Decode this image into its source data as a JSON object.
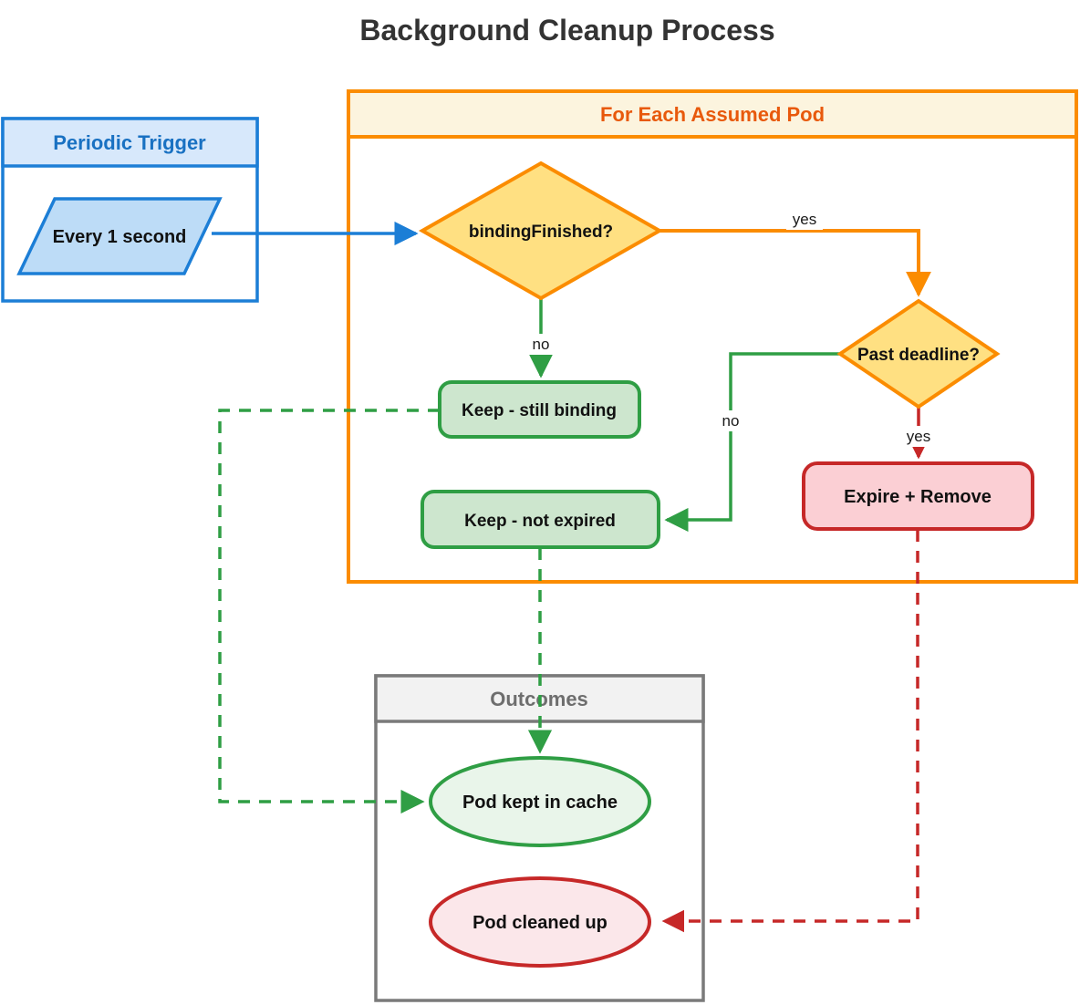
{
  "title": "Background Cleanup Process",
  "containers": {
    "periodic_trigger": {
      "title": "Periodic Trigger"
    },
    "for_each_pod": {
      "title": "For Each Assumed Pod"
    },
    "outcomes": {
      "title": "Outcomes"
    }
  },
  "nodes": {
    "every_second": {
      "label": "Every 1 second",
      "shape": "parallelogram"
    },
    "binding_finished": {
      "label": "bindingFinished?",
      "shape": "diamond"
    },
    "past_deadline": {
      "label": "Past deadline?",
      "shape": "diamond"
    },
    "keep_still_binding": {
      "label": "Keep - still binding",
      "shape": "rounded-rect"
    },
    "keep_not_expired": {
      "label": "Keep - not expired",
      "shape": "rounded-rect"
    },
    "expire_remove": {
      "label": "Expire + Remove",
      "shape": "rounded-rect"
    },
    "pod_kept": {
      "label": "Pod kept in cache",
      "shape": "ellipse"
    },
    "pod_cleaned": {
      "label": "Pod cleaned up",
      "shape": "ellipse"
    }
  },
  "edge_labels": {
    "binding_yes": "yes",
    "binding_no": "no",
    "deadline_no": "no",
    "deadline_yes": "yes"
  },
  "colors": {
    "blue_stroke": "#1C7ED6",
    "blue_fill": "#BDDCF7",
    "blue_header": "#D7E8FB",
    "blue_text": "#1971C2",
    "orange_stroke": "#FB8C00",
    "orange_header": "#FCF4DE",
    "orange_text": "#E8590C",
    "diamond_fill": "#FFE082",
    "green_stroke": "#2F9E44",
    "green_fill": "#CDE6CE",
    "green_ellipse": "#E9F5EA",
    "red_stroke": "#C62828",
    "red_fill": "#FBCFD4",
    "red_ellipse": "#FBE7EA",
    "gray_stroke": "#7A7A7A",
    "gray_header": "#F2F2F2",
    "gray_text": "#6E6E6E",
    "title_text": "#333333"
  }
}
